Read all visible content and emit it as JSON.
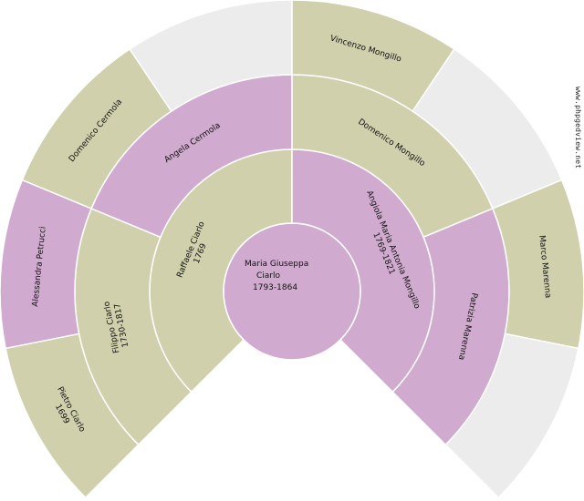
{
  "colors": {
    "male": "#d0d0ad",
    "female": "#d0abcf",
    "unknown": "#ececec",
    "border": "#ffffff",
    "text": "#111111"
  },
  "watermark": "www.phpgedview.net",
  "root": {
    "name_line1": "Maria Giuseppa",
    "name_line2": "Ciarlo",
    "dates": "1793-1864",
    "sex": "female"
  },
  "generation1": [
    {
      "name": "Raffaele Ciarlo",
      "dates": "1769",
      "sex": "male"
    },
    {
      "name": "Angiola Maria Antonia Mongillo",
      "dates": "1769-1821",
      "sex": "female"
    }
  ],
  "generation2": [
    {
      "name": "Filippo Ciarlo",
      "dates": "1730-1817",
      "sex": "male"
    },
    {
      "name": "Angela Cermola",
      "dates": "",
      "sex": "female"
    },
    {
      "name": "Domenico Mongillo",
      "dates": "",
      "sex": "male"
    },
    {
      "name": "Patrizia Marenna",
      "dates": "",
      "sex": "female"
    }
  ],
  "generation3": [
    {
      "name": "Pietro Ciarlo",
      "dates": "1699",
      "sex": "male"
    },
    {
      "name": "Alessandra Petrucci",
      "dates": "",
      "sex": "female"
    },
    {
      "name": "Domenico Cermola",
      "dates": "",
      "sex": "male"
    },
    {
      "name": "",
      "dates": "",
      "sex": "unknown"
    },
    {
      "name": "Vincenzo Mongillo",
      "dates": "",
      "sex": "male"
    },
    {
      "name": "",
      "dates": "",
      "sex": "unknown"
    },
    {
      "name": "Marco Marenna",
      "dates": "",
      "sex": "male"
    },
    {
      "name": "",
      "dates": "",
      "sex": "unknown"
    }
  ]
}
